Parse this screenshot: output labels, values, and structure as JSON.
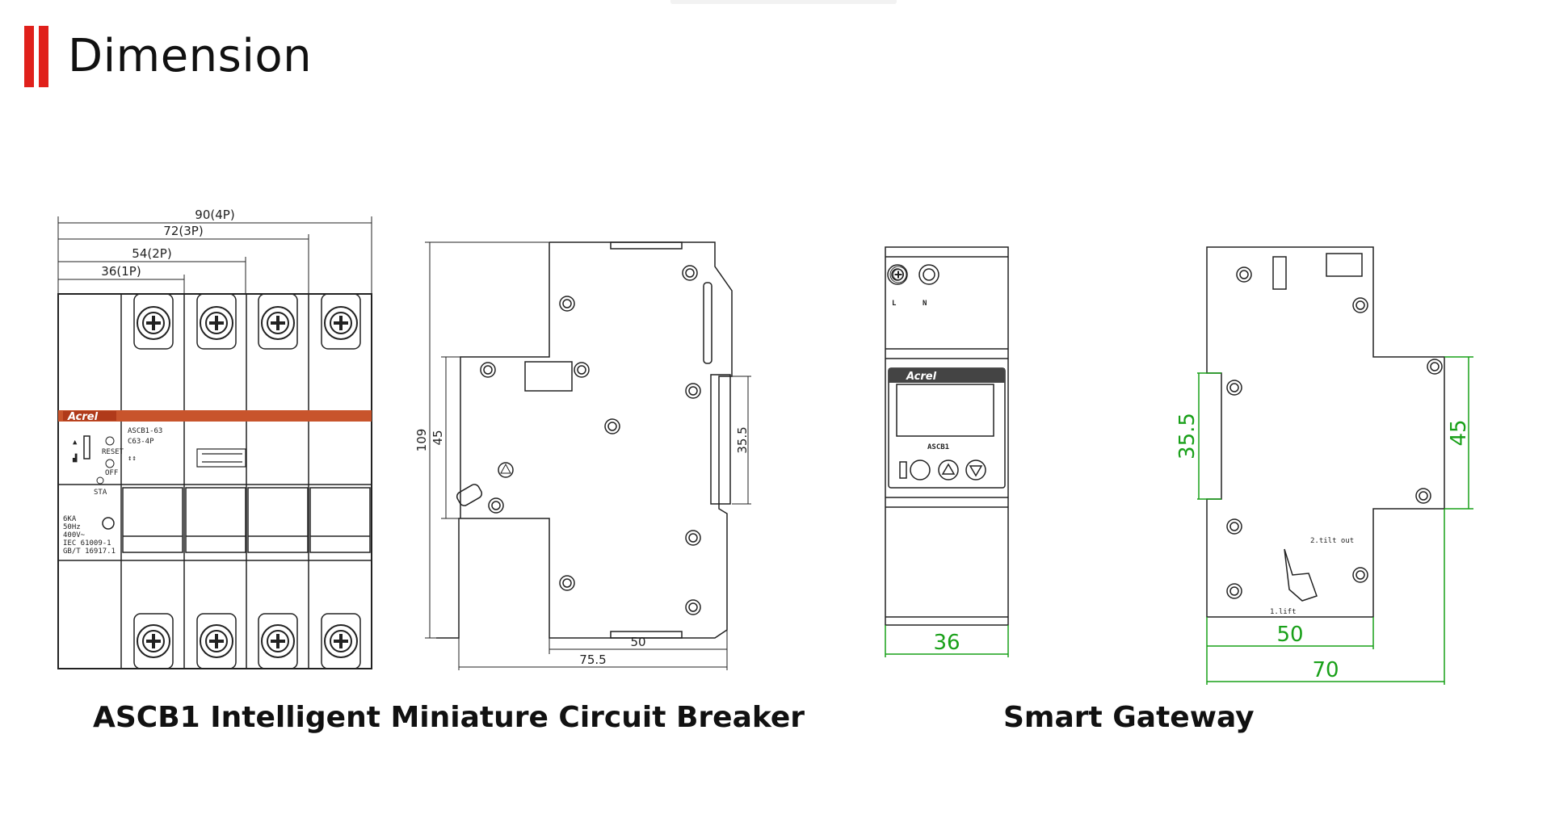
{
  "header": {
    "title": "Dimension"
  },
  "breaker": {
    "caption": "ASCB1 Intelligent Miniature Circuit Breaker",
    "front": {
      "dim_4p": "90(4P)",
      "dim_3p": "72(3P)",
      "dim_2p": "54(2P)",
      "dim_1p": "36(1P)",
      "brand": "Acrel",
      "model": "ASCB1-63",
      "rating": "C63-4P",
      "reset": "RESET",
      "off": "OFF",
      "sta": "STA",
      "spec_1": "6KA",
      "spec_2": "50Hz",
      "spec_3": "400V~",
      "spec_4": "IEC 61009-1",
      "spec_5": "GB/T 16917.1"
    },
    "side": {
      "height": "109",
      "inner_height": "45",
      "rail": "35.5",
      "depth_inner": "50",
      "depth": "75.5"
    }
  },
  "gateway": {
    "caption": "Smart Gateway",
    "front": {
      "term_l": "L",
      "term_n": "N",
      "brand": "Acrel",
      "model": "ASCB1",
      "width": "36"
    },
    "side": {
      "rail": "35.5",
      "height": "45",
      "depth_inner": "50",
      "depth": "70",
      "label_1": "2.tilt out",
      "label_2": "1.lift"
    }
  },
  "colors": {
    "accent": "#e0201b",
    "label_band": "#c8542c",
    "dimension_green": "#19a019"
  }
}
